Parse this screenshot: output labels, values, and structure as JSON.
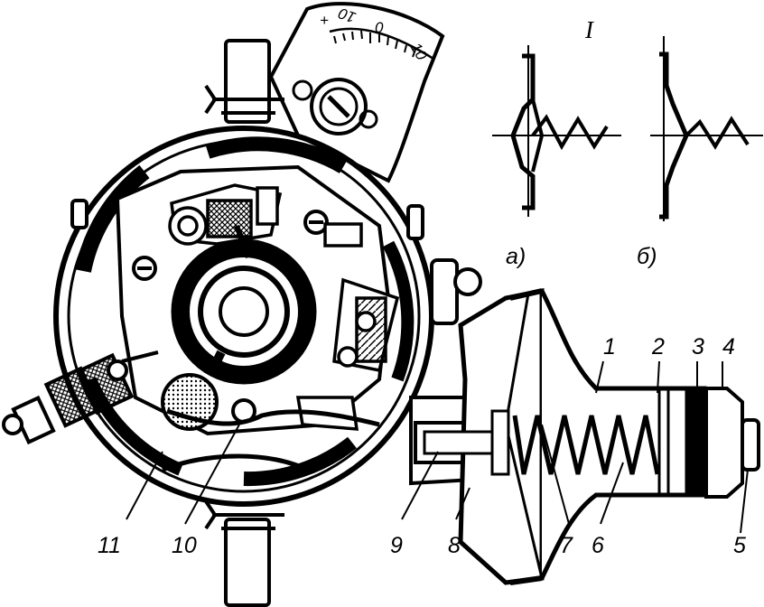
{
  "figure": {
    "section_label": "I",
    "variant_labels": {
      "a": "а)",
      "b": "б)"
    },
    "scale_labels": {
      "left": "10",
      "center": "0",
      "right": "10",
      "plus": "+"
    },
    "part_labels": {
      "p1": "1",
      "p2": "2",
      "p3": "3",
      "p4": "4",
      "p5": "5",
      "p6": "6",
      "p7": "7",
      "p8": "8",
      "p9": "9",
      "p10": "10",
      "p11": "11"
    }
  },
  "colors": {
    "ink": "#000000",
    "paper": "#ffffff"
  }
}
